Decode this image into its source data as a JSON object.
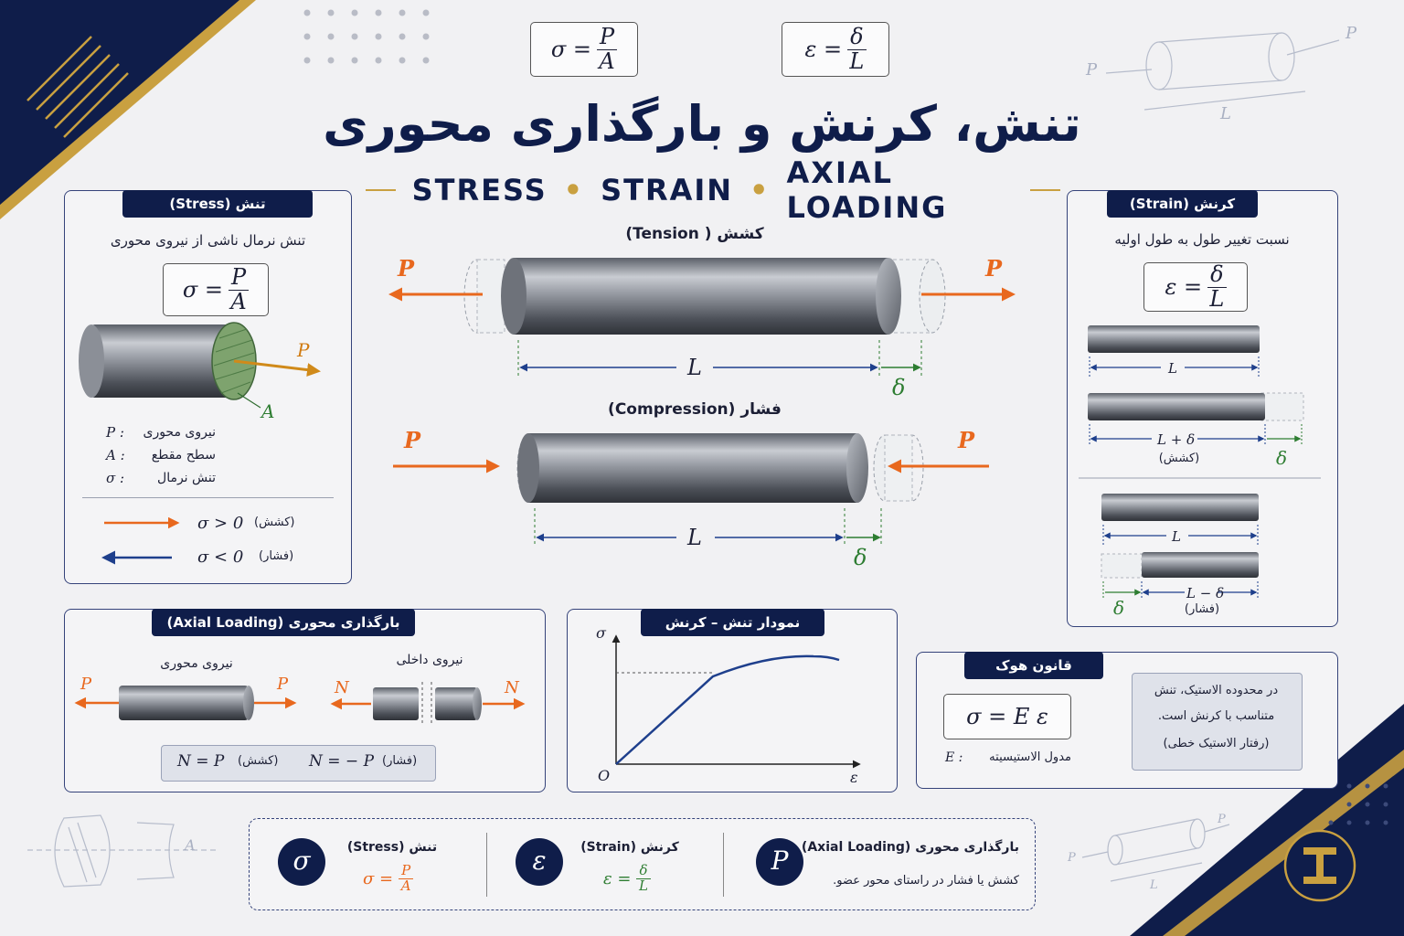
{
  "title": {
    "fa": "تنش، کرنش و بارگذاری محوری",
    "en_stress": "STRESS",
    "en_strain": "STRAIN",
    "en_axial": "AXIAL LOADING",
    "bullet": "•"
  },
  "top_formulas": {
    "sigma_lhs": "σ =",
    "sigma_num": "P",
    "sigma_den": "A",
    "eps_lhs": "ε =",
    "eps_num": "δ",
    "eps_den": "L"
  },
  "stress_card": {
    "header": "تنش (Stress)",
    "desc": "تنش نرمال ناشی از نیروی محوری",
    "formula_lhs": "σ =",
    "formula_num": "P",
    "formula_den": "A",
    "label_P": "P",
    "label_A": "A",
    "legend": [
      {
        "sym": "P :",
        "text": "نیروی محوری"
      },
      {
        "sym": "A :",
        "text": "سطح مقطع"
      },
      {
        "sym": "σ :",
        "text": "تنش نرمال"
      }
    ],
    "sign_tension": "σ > 0",
    "sign_tension_label": "(کشش)",
    "sign_compression": "σ < 0",
    "sign_compression_label": "(فشار)"
  },
  "center": {
    "tension_title": "کشش ( Tension)",
    "compression_title": "فشار (Compression)",
    "P": "P",
    "L": "L",
    "delta": "δ"
  },
  "strain_card": {
    "header": "کرنش (Strain)",
    "desc": "نسبت تغییر طول به طول اولیه",
    "formula_lhs": "ε =",
    "formula_num": "δ",
    "formula_den": "L",
    "L": "L",
    "L_plus": "L + δ",
    "tension": "(کشش)",
    "delta": "δ",
    "L_minus": "L − δ",
    "compression": "(فشار)"
  },
  "axial_card": {
    "header": "بارگذاری محوری (Axial Loading)",
    "axial_force": "نیروی محوری",
    "internal_force": "نیروی داخلی",
    "P": "P",
    "N": "N",
    "eq1": "N = P",
    "eq1_label": "(کشش)",
    "eq2": "N = − P",
    "eq2_label": "(فشار)"
  },
  "diagram_card": {
    "header": "نمودار تنش – کرنش",
    "y_axis": "σ",
    "x_axis": "ε",
    "origin": "O"
  },
  "hooke_card": {
    "header": "قانون هوک",
    "formula": "σ = E ε",
    "E_label": "E :",
    "E_text": "مدول الاستیسیته",
    "note1": "در محدوده الاستیک، تنش",
    "note2": "متناسب با کرنش است.",
    "note3": "(رفتار الاستیک خطی)"
  },
  "summary": {
    "sigma_symbol": "σ",
    "sigma_title": "تنش (Stress)",
    "sigma_lhs": "σ =",
    "sigma_num": "P",
    "sigma_den": "A",
    "eps_symbol": "ε",
    "eps_title": "کرنش (Strain)",
    "eps_lhs": "ε =",
    "eps_num": "δ",
    "eps_den": "L",
    "P_symbol": "P",
    "P_title": "بارگذاری محوری (Axial Loading)",
    "P_desc": "کشش یا فشار در راستای محور عضو."
  },
  "sketches": {
    "P": "P",
    "L": "L",
    "A": "A"
  },
  "colors": {
    "navy": "#0f1d4a",
    "orange": "#e8681e",
    "blue": "#1e3f8c",
    "green": "#2e7d32",
    "gold": "#c9a040"
  }
}
